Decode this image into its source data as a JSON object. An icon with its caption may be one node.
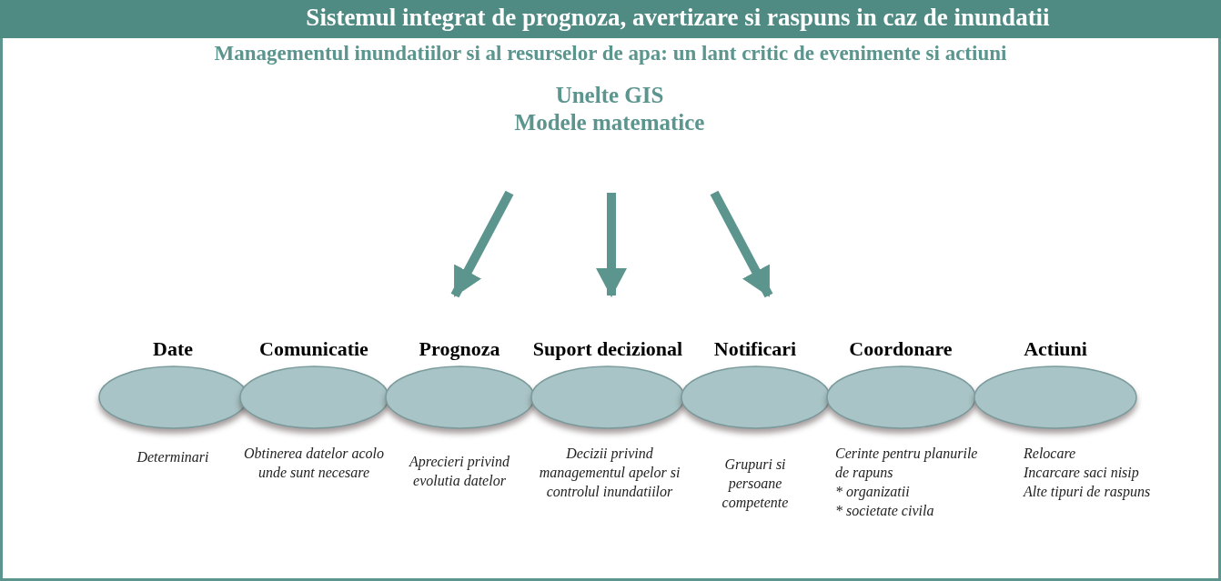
{
  "diagram": {
    "title": "Sistemul integrat de prognoza, avertizare si raspuns in caz de inundatii",
    "caption": "Managementul inundatiilor si al resurselor de apa: un lant critic de evenimente si actiuni",
    "nodes": [
      {
        "text": [
          "Unelte GIS",
          "Modele matematice"
        ]
      },
      {
        "text": [
          "Date"
        ],
        "beside": [
          "Determinari"
        ]
      },
      {
        "text": [
          "Comunicatie"
        ],
        "beside": [
          "Obtinerea datelor acolo unde sunt necesare"
        ]
      },
      {
        "text": [
          "Prognoza"
        ],
        "beside": [
          "Aprecieri privind evolutia datelor"
        ]
      },
      {
        "text": [
          "Suport decizional"
        ],
        "beside": [
          "Decizii privind managementul apelor si controlul inundatiilor"
        ]
      },
      {
        "text": [
          "Notificari"
        ],
        "beside": [
          "Grupuri si persoane competente"
        ]
      },
      {
        "text": [
          "Coordonare"
        ],
        "beside": [
          "Cerinte pentru planurile de rapuns",
          "* organizatii",
          "* societate civila"
        ]
      },
      {
        "text": [
          "Actiuni"
        ],
        "beside": [
          "Relocare",
          "Incarcare saci nisip",
          "Alte tipuri de raspuns"
        ]
      }
    ],
    "edges": [
      {
        "from": 0,
        "to": 3,
        "arrow": "to"
      },
      {
        "from": 0,
        "to": 4,
        "arrow": "to"
      },
      {
        "from": 0,
        "to": 5,
        "arrow": "to"
      }
    ]
  }
}
